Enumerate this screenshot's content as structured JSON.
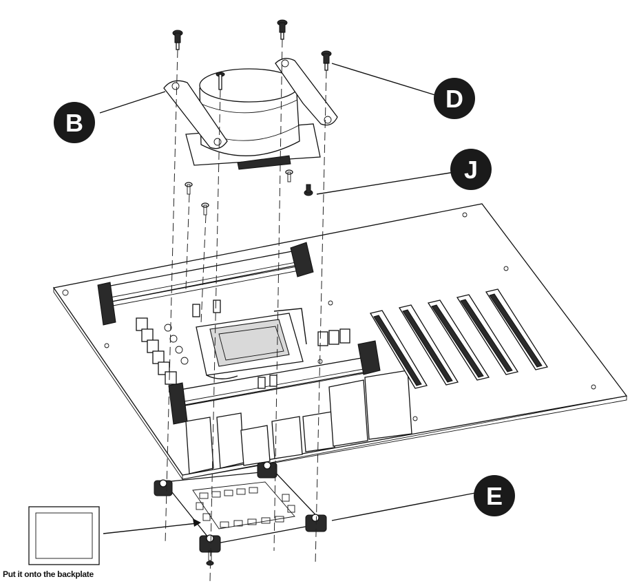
{
  "labels": {
    "b": "B",
    "d": "D",
    "j": "J",
    "e": "E"
  },
  "caption": "Put it onto the backplate",
  "colors": {
    "badge_fill": "#1a1a1a",
    "badge_text": "#ffffff",
    "line": "#111111"
  }
}
